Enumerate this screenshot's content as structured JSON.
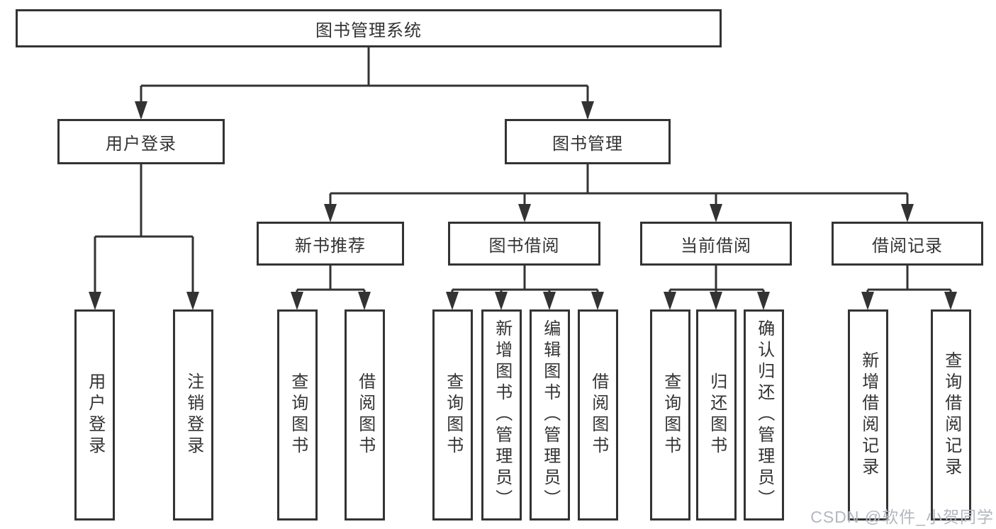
{
  "diagram": {
    "root": "图书管理系统",
    "branches": [
      {
        "label": "用户登录",
        "children": [
          "用户登录",
          "注销登录"
        ]
      },
      {
        "label": "图书管理",
        "children": [
          {
            "label": "新书推荐",
            "children": [
              "查询图书",
              "借阅图书"
            ]
          },
          {
            "label": "图书借阅",
            "children": [
              "查询图书",
              "新增图书（管理员）",
              "编辑图书（管理员）",
              "借阅图书"
            ]
          },
          {
            "label": "当前借阅",
            "children": [
              "查询图书",
              "归还图书",
              "确认归还（管理员）"
            ]
          },
          {
            "label": "借阅记录",
            "children": [
              "新增借阅记录",
              "查询借阅记录"
            ]
          }
        ]
      }
    ]
  },
  "watermark": {
    "text": "CSDN @软件_小贺同学"
  },
  "colors": {
    "line": "#333333",
    "text": "#333333",
    "box_background": "#ffffff",
    "page_background": "#ffffff",
    "watermark_text": "#b3b7bf"
  }
}
